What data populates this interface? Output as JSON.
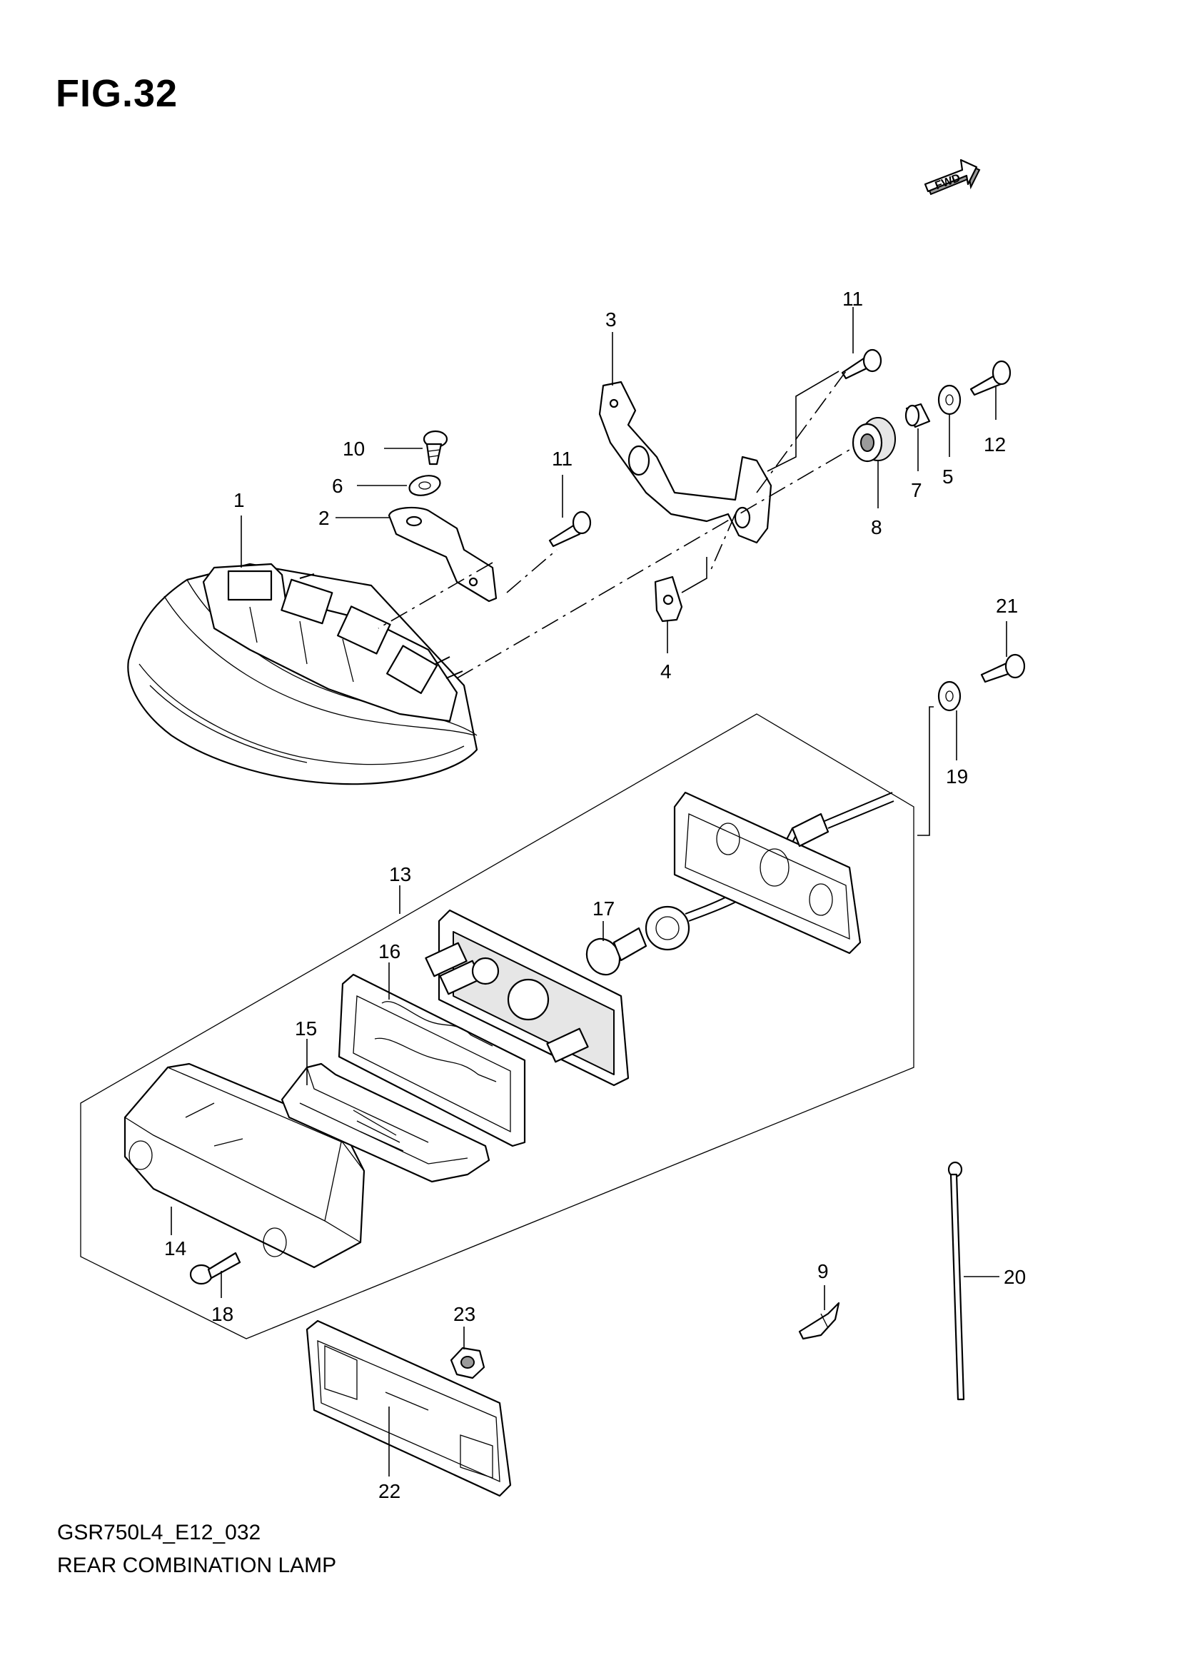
{
  "figure": {
    "title": "FIG.32",
    "code": "GSR750L4_E12_032",
    "name": "REAR COMBINATION LAMP",
    "fwd_label": "FWD"
  },
  "callouts": [
    "1",
    "2",
    "3",
    "4",
    "5",
    "6",
    "7",
    "8",
    "9",
    "10",
    "11",
    "11",
    "12",
    "13",
    "14",
    "15",
    "16",
    "17",
    "18",
    "19",
    "20",
    "21",
    "22",
    "23"
  ]
}
